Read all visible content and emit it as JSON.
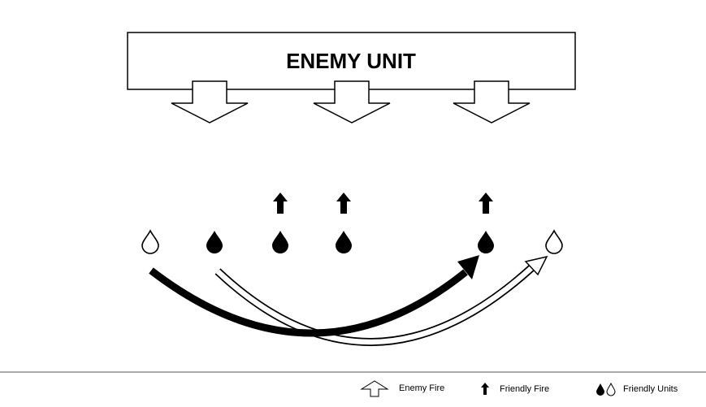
{
  "diagram": {
    "enemy_label": "ENEMY UNIT",
    "colors": {
      "ink": "#000000",
      "paper": "#ffffff",
      "rule": "#555555"
    }
  },
  "legend": {
    "enemy_fire": "Enemy Fire",
    "friendly_fire": "Friendly Fire",
    "friendly_units": "Friendly Units"
  }
}
